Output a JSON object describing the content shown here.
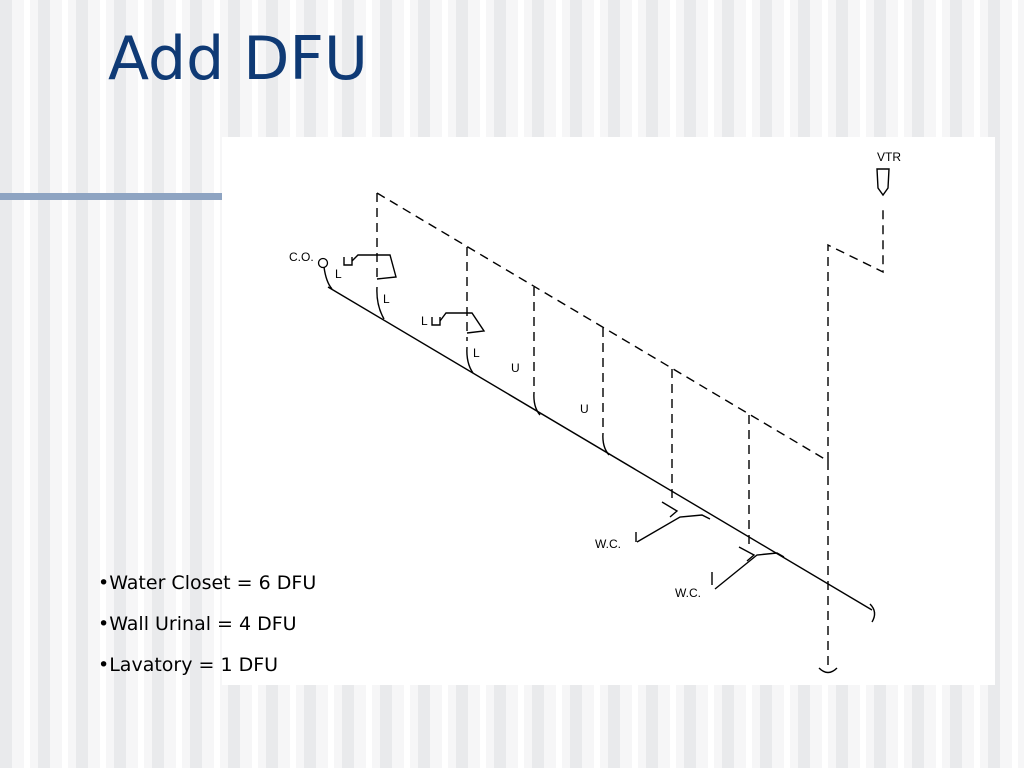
{
  "slide": {
    "title": "Add DFU",
    "bullets": [
      "Water Closet = 6 DFU",
      "Wall Urinal = 4 DFU",
      "Lavatory = 1 DFU"
    ]
  },
  "diagram": {
    "labels": {
      "vtr": "VTR",
      "cleanout": "C.O.",
      "lavatory": "L",
      "urinal": "U",
      "water_closet": "W.C."
    }
  }
}
